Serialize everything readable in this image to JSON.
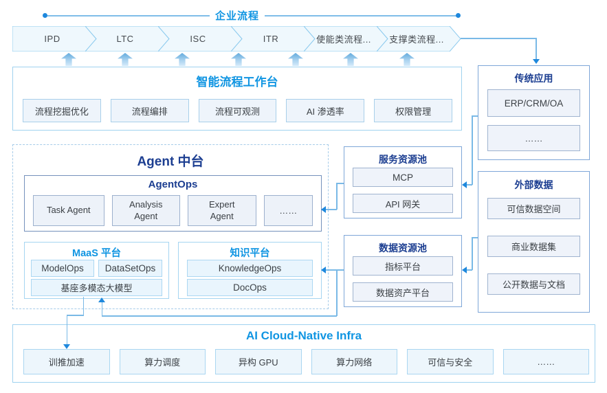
{
  "colors": {
    "bright_blue": "#1095e2",
    "navy_blue": "#1c3e91",
    "connector_line": "#79b9e6",
    "arrowhead": "#1e88dd",
    "light_border": "#9fd2ef",
    "mid_border": "#7ea6d8",
    "item_fill": "#eff3fa",
    "chevron_fill": "#eff8fd",
    "chevron_border": "#8ecbee"
  },
  "process_band": {
    "label": "企业流程",
    "chevrons": [
      "IPD",
      "LTC",
      "ISC",
      "ITR",
      "使能类流程...",
      "支撑类流程..."
    ]
  },
  "workbench": {
    "title": "智能流程工作台",
    "items": [
      "流程挖掘优化",
      "流程编排",
      "流程可观测",
      "AI 渗透率",
      "权限管理"
    ]
  },
  "agent_platform": {
    "title": "Agent 中台",
    "agentops": {
      "title": "AgentOps",
      "items": [
        "Task Agent",
        "Analysis Agent",
        "Expert Agent",
        "……"
      ]
    },
    "maas": {
      "title": "MaaS 平台",
      "row1": [
        "ModelOps",
        "DataSetOps"
      ],
      "row2": "基座多模态大模型"
    },
    "knowledge": {
      "title": "知识平台",
      "items": [
        "KnowledgeOps",
        "DocOps"
      ]
    }
  },
  "service_pool": {
    "title": "服务资源池",
    "items": [
      "MCP",
      "API 网关"
    ]
  },
  "data_pool": {
    "title": "数据资源池",
    "items": [
      "指标平台",
      "数据资产平台"
    ]
  },
  "legacy_apps": {
    "title": "传统应用",
    "items": [
      "ERP/CRM/OA",
      "……"
    ]
  },
  "external_data": {
    "title": "外部数据",
    "items": [
      "可信数据空间",
      "商业数据集",
      "公开数据与文档"
    ]
  },
  "infra": {
    "title": "AI Cloud-Native Infra",
    "items": [
      "训推加速",
      "算力调度",
      "异构 GPU",
      "算力网络",
      "可信与安全",
      "……"
    ]
  }
}
